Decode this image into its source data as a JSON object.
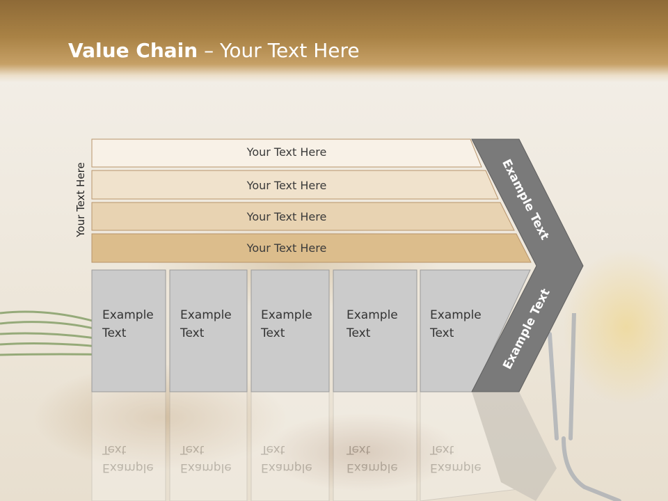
{
  "slide": {
    "title_bold": "Value Chain",
    "title_rest": " – Your Text Here"
  },
  "diagram": {
    "vertical_label": "Your Text Here",
    "bands": [
      {
        "label": "Your Text Here",
        "color": "#f8f1e7"
      },
      {
        "label": "Your Text Here",
        "color": "#f0e2cc"
      },
      {
        "label": "Your Text Here",
        "color": "#e8d3b2"
      },
      {
        "label": "Your Text Here",
        "color": "#dcbd8c"
      }
    ],
    "boxes": [
      {
        "line1": "Example",
        "line2": "Text"
      },
      {
        "line1": "Example",
        "line2": "Text"
      },
      {
        "line1": "Example",
        "line2": "Text"
      },
      {
        "line1": "Example",
        "line2": "Text"
      },
      {
        "line1": "Example",
        "line2": "Text"
      }
    ],
    "chevron_upper": "Example Text",
    "chevron_lower": "Example Text",
    "colors": {
      "box": "#cbcbcb",
      "chevron": "#7a7a7a",
      "band_border": "#b8946a"
    }
  }
}
